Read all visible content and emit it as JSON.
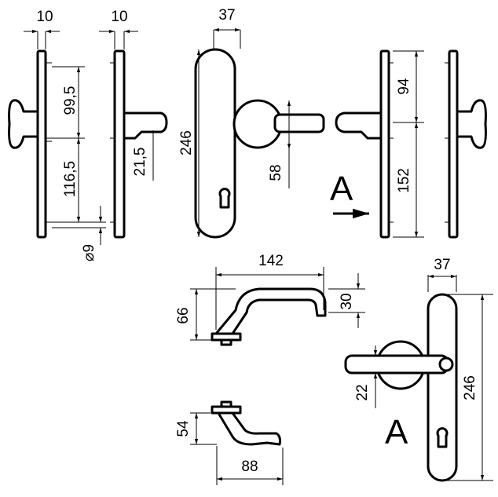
{
  "views": {
    "plate_left": {
      "width_label": "10",
      "upper_label": "99,5",
      "lower_label": "116,5",
      "hole_label": "⌀9"
    },
    "plate_side": {
      "width_label": "10",
      "offset_label": "21,5"
    },
    "front_knob": {
      "width_label": "37",
      "height_label": "246",
      "knob_label": "58"
    },
    "view_marker": {
      "label": "A"
    },
    "plate_right": {
      "upper_label": "94",
      "lower_label": "152"
    },
    "lever_top": {
      "length_label": "142",
      "height_label": "66",
      "grip_label": "30"
    },
    "front_lever": {
      "width_label": "37",
      "height_label": "246",
      "offset_label": "22",
      "view_label": "A"
    },
    "lever_bottom": {
      "height_label": "54",
      "length_label": "88"
    }
  },
  "colors": {
    "line": "#000000",
    "background": "#ffffff"
  }
}
